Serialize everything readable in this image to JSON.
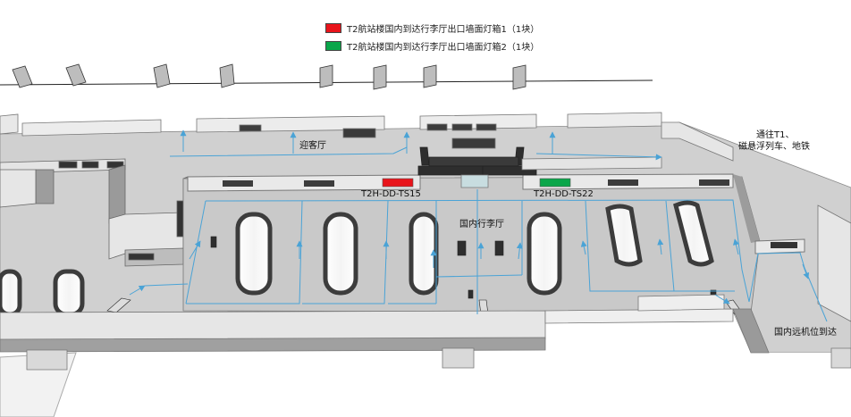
{
  "legend": [
    {
      "label": "T2航站楼国内到达行李厅出口墙面灯箱1（1块）",
      "color": "#e8141b"
    },
    {
      "label": "T2航站楼国内到达行李厅出口墙面灯箱2（1块）",
      "color": "#0aa64a"
    }
  ],
  "labels": {
    "greeting_hall": "迎客厅",
    "to_t1_line1": "通往T1、",
    "to_t1_line2": "磁悬浮列车、地铁",
    "box1_code": "T2H-DD-TS15",
    "box2_code": "T2H-DD-TS22",
    "baggage_hall": "国内行李厅",
    "remote_stand": "国内远机位到达"
  },
  "colors": {
    "floor": "#cfcfcf",
    "wall_top": "#e6e6e6",
    "wall_side": "#9a9a9a",
    "dark_panel": "#3a3a3a",
    "flow_line": "#4aa3d6"
  }
}
